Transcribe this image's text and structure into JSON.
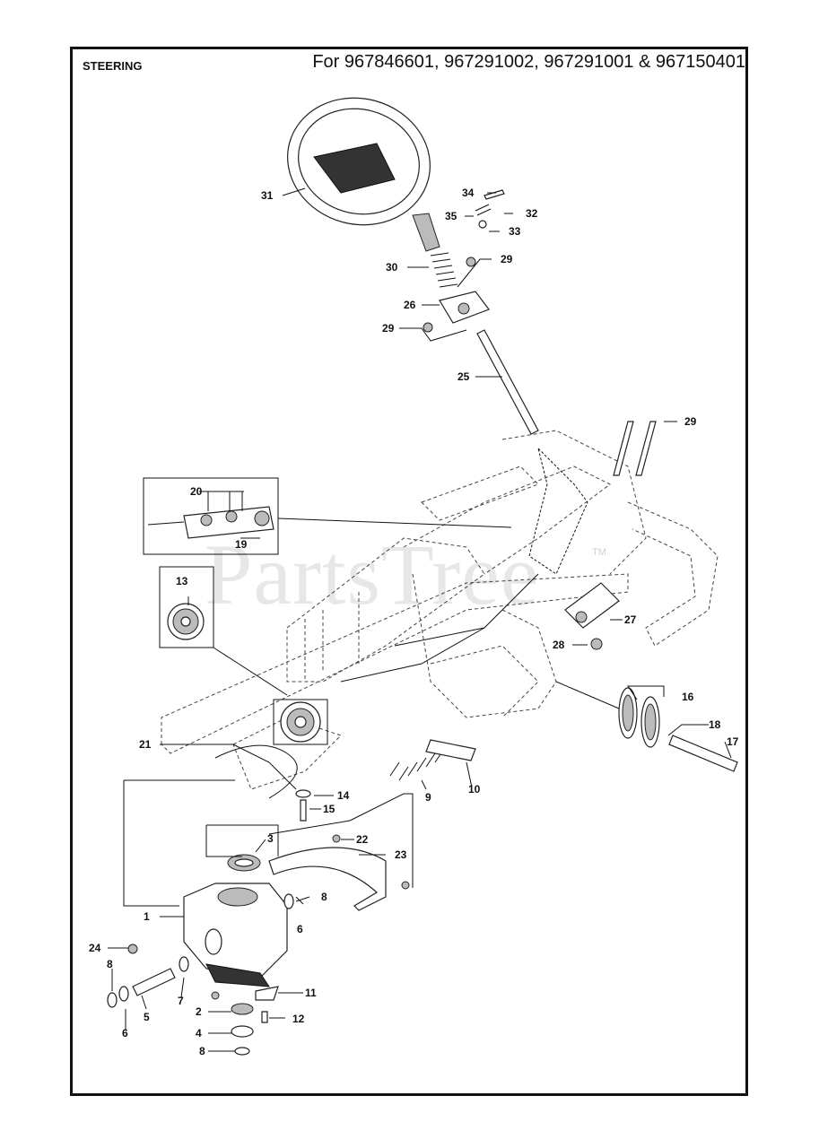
{
  "header": {
    "section_title": "STEERING",
    "models": "For 967846601, 967291002, 967291001 & 967150401"
  },
  "watermark": {
    "text": "PartsTree",
    "tm": "TM"
  },
  "callouts": [
    "1",
    "2",
    "3",
    "4",
    "5",
    "6",
    "6",
    "7",
    "8",
    "8",
    "8",
    "9",
    "10",
    "11",
    "12",
    "13",
    "14",
    "15",
    "16",
    "17",
    "18",
    "19",
    "20",
    "21",
    "22",
    "23",
    "24",
    "25",
    "26",
    "27",
    "28",
    "29",
    "29",
    "29",
    "30",
    "31",
    "32",
    "33",
    "34",
    "35"
  ]
}
